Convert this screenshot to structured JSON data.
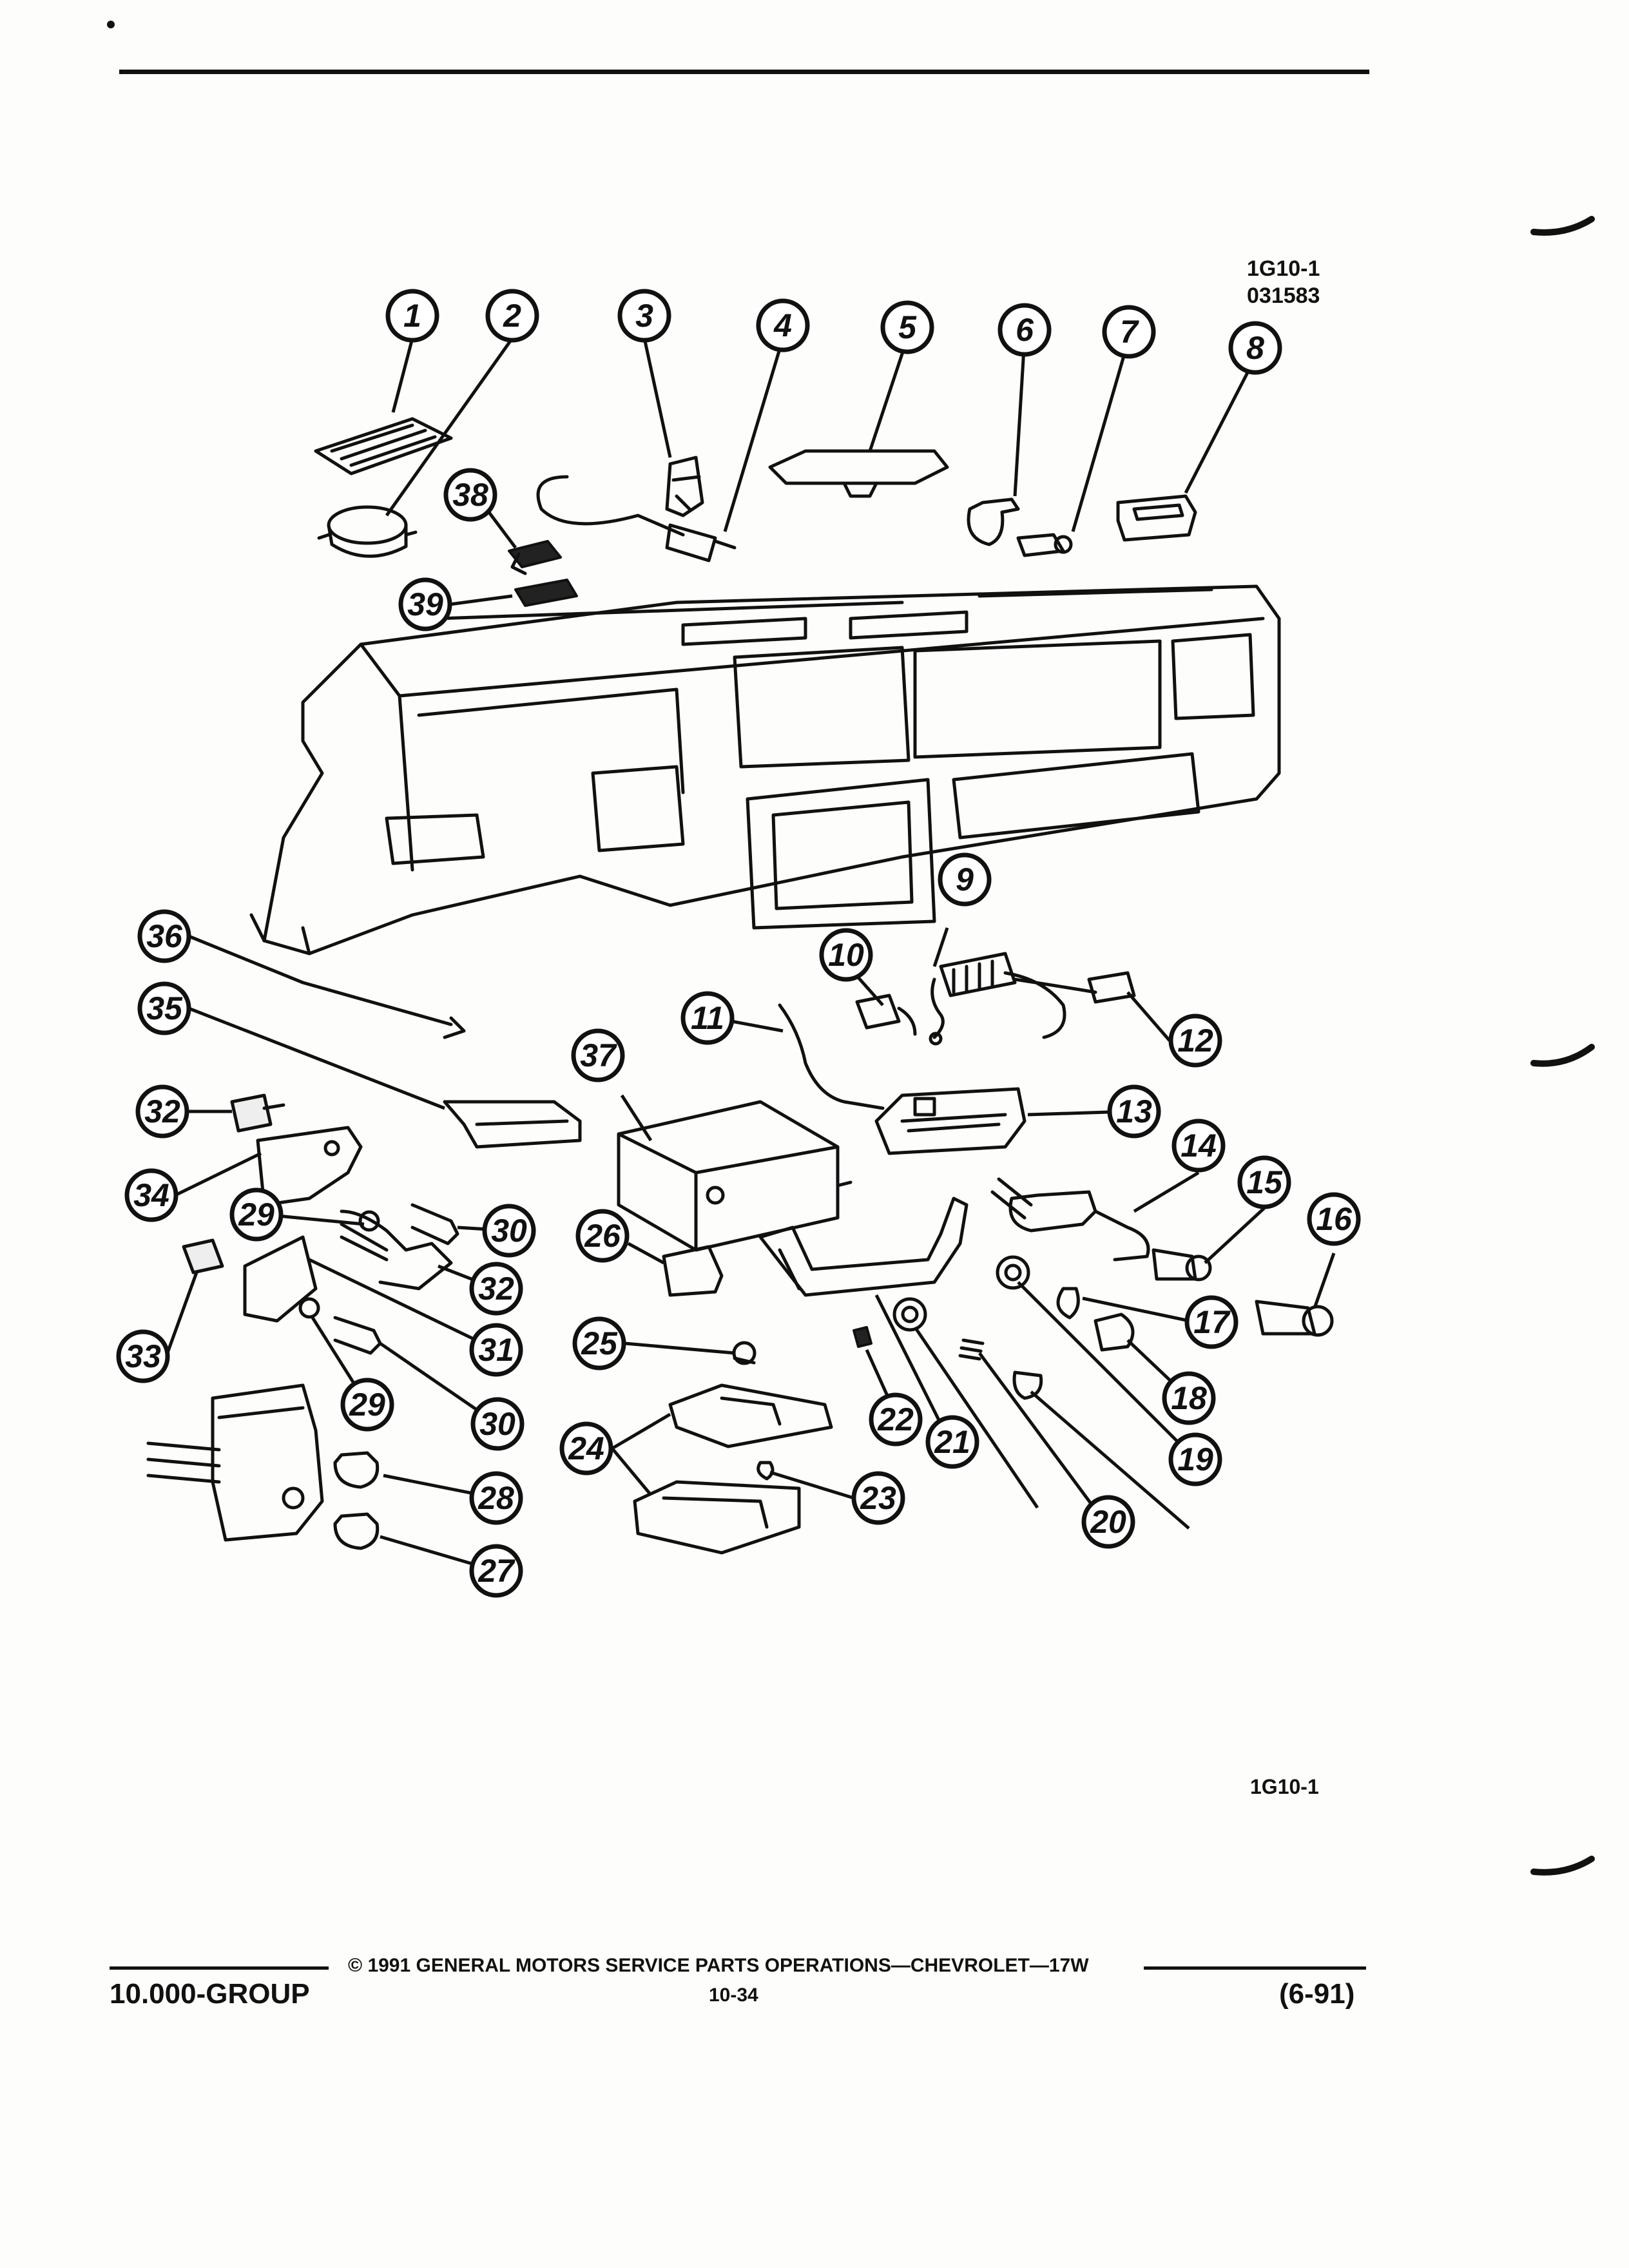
{
  "header": {
    "figure_id": "1G10-1",
    "figure_code": "031583"
  },
  "diagram": {
    "callouts": [
      "1",
      "2",
      "3",
      "4",
      "5",
      "6",
      "7",
      "8",
      "9",
      "10",
      "11",
      "12",
      "13",
      "14",
      "15",
      "16",
      "17",
      "18",
      "19",
      "20",
      "21",
      "22",
      "23",
      "24",
      "25",
      "26",
      "27",
      "28",
      "29",
      "30",
      "31",
      "32",
      "33",
      "34",
      "35",
      "36",
      "37",
      "38",
      "39"
    ]
  },
  "figure_label_bottom": "1G10-1",
  "footer": {
    "copyright": "© 1991 GENERAL MOTORS SERVICE PARTS OPERATIONS—CHEVROLET—17W",
    "group": "10.000-GROUP",
    "page_number": "10-34",
    "date_code": "(6-91)"
  }
}
